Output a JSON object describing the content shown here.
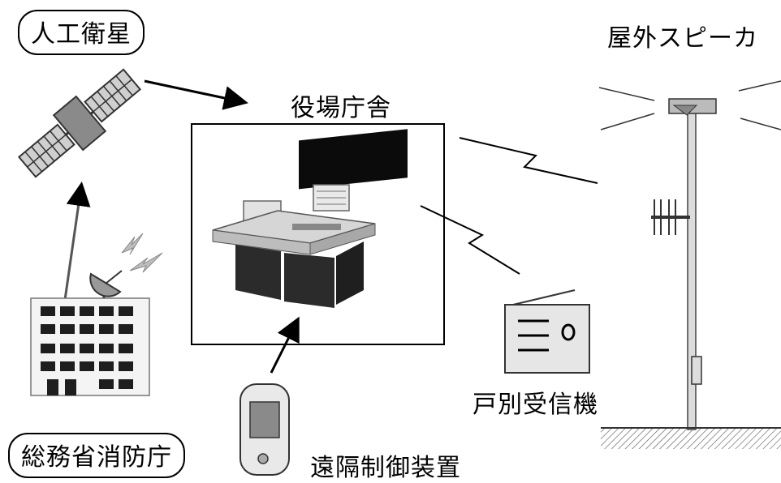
{
  "labels": {
    "satellite": "人工衛星",
    "fdma": "総務省消防庁",
    "office": "役場庁舎",
    "speaker": "屋外スピーカ",
    "receiver": "戸別受信機",
    "remote": "遠隔制御装置"
  },
  "icons": {
    "satellite": "satellite-icon",
    "building": "building-icon",
    "dish": "satellite-dish-icon",
    "console": "control-console-icon",
    "radio": "radio-receiver-icon",
    "remote": "remote-controller-icon",
    "pole": "speaker-pole-icon"
  },
  "colors": {
    "line": "#000000",
    "fill_light": "#e6e6e6",
    "fill_dark": "#2a2a2a",
    "lightning": "#9a9a9a"
  }
}
